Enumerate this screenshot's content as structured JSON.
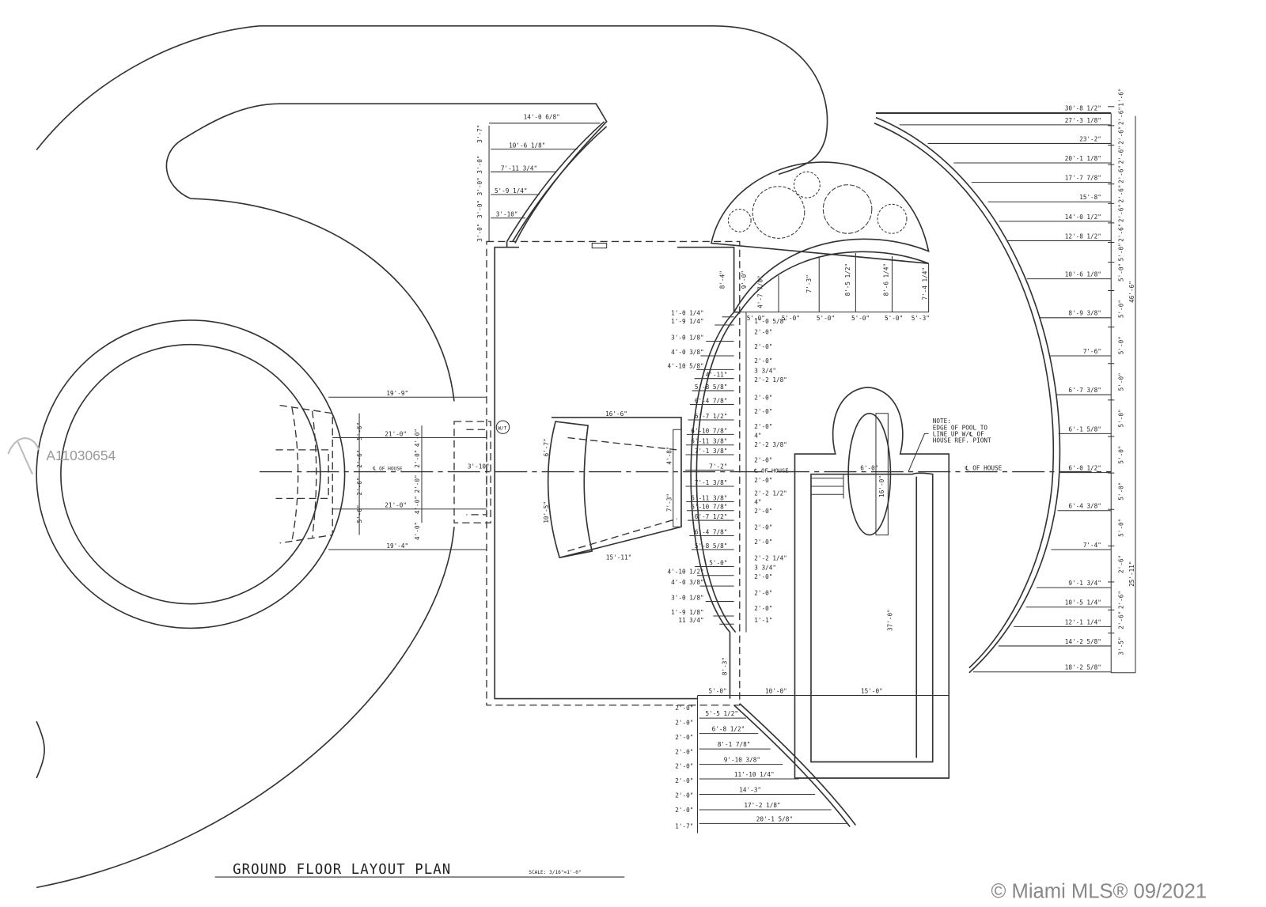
{
  "title": "GROUND FLOOR LAYOUT PLAN",
  "scale": "SCALE: 3/16\"=1'-0\"",
  "watermark_id": "A11030654",
  "watermark_copyright": "© Miami MLS® 09/2021",
  "pool_note": [
    "NOTE:",
    "EDGE OF POOL TO",
    "LINE UP W/℄ OF",
    "HOUSE REF. PIONT"
  ],
  "centerline_label": "℄ OF HOUSE",
  "wt_label": "W/T",
  "dims": {
    "right_rows": [
      "30'-8 1/2\"",
      "27'-3 1/8\"",
      "23'-2\"",
      "20'-1 1/8\"",
      "17'-7 7/8\"",
      "15'-8\"",
      "14'-0 1/2\"",
      "12'-8 1/2\"",
      "10'-6 1/8\"",
      "8'-9 3/8\"",
      "7'-6\"",
      "6'-7 3/8\"",
      "6'-1 5/8\"",
      "6'-0 1/2\"",
      "6'-4 3/8\"",
      "7'-4\"",
      "9'-1 3/4\"",
      "10'-5 1/4\"",
      "12'-1 1/4\"",
      "14'-2 5/8\"",
      "18'-2 5/8\""
    ],
    "right_column": [
      "1'-6\"",
      "2'-6\"",
      "2'-6\"",
      "2'-6\"",
      "2'-6\"",
      "2'-6\"",
      "2'-6\"",
      "2'-6\"",
      "5'-0\"",
      "5'-0\"",
      "5'-0\"",
      "5'-0\"",
      "5'-0\"",
      "5'-0\"",
      "5'-0\"",
      "5'-0\"",
      "5'-0\"",
      "2'-6\"",
      "2'-6\"",
      "2'-6\"",
      "3'-5\""
    ],
    "right_totals": [
      "46'-6\"",
      "25'-11\""
    ],
    "wall_rows": [
      "1'-0 1/4\"",
      "1'-9 1/4\"",
      "3'-0 1/8\"",
      "4'-0 3/8\"",
      "4'-10 5/8\"",
      "4'-11\"",
      "5'-8 5/8\"",
      "6'-4 7/8\"",
      "6'-7 1/2\"",
      "6'-10 7/8\"",
      "6'-11 3/8\"",
      "7'-1 3/8\"",
      "7'-2\"",
      "7'-1 3/8\"",
      "6'-11 3/8\"",
      "6'-10 7/8\"",
      "6'-7 1/2\"",
      "6'-4 7/8\"",
      "5'-8 5/8\"",
      "5'-0\"",
      "4'-10 1/2\"",
      "4'-0 3/8\"",
      "3'-0 1/8\"",
      "1'-9 1/8\"",
      "11 3/4\""
    ],
    "wall_column": [
      "1'-0 5/8\"",
      "2'-0\"",
      "2'-0\"",
      "2'-0\"",
      "3 3/4\"",
      "2'-2 1/8\"",
      "2'-0\"",
      "2'-0\"",
      "2'-0\"",
      "4\"",
      "2'-2 3/8\"",
      "2'-0\"",
      "2'-0\"",
      "2'-2 1/2\"",
      "4\"",
      "2'-0\"",
      "2'-0\"",
      "2'-0\"",
      "2'-2 1/4\"",
      "3 3/4\"",
      "2'-0\"",
      "2'-0\"",
      "2'-0\"",
      "1'-1\""
    ],
    "top_left_rows": [
      "14'-0 6/8\"",
      "10'-6 1/8\"",
      "7'-11 3/4\"",
      "5'-9 1/4\"",
      "3'-10\""
    ],
    "top_left_column": [
      "3'-7\"",
      "3'-0\"",
      "3'-0\"",
      "3'-0\"",
      "3'-0\""
    ],
    "garden_bottom": [
      "5'-0\"",
      "5'-0\"",
      "5'-0\"",
      "5'-0\"",
      "5'-0\"",
      "5'-3\""
    ],
    "garden_vertical": [
      "4'-7 7/8\"",
      "7'-3\"",
      "8'-5 1/2\"",
      "8'-6 1/4\"",
      "7'-4 1/4\"",
      "8'-4\"",
      "9'-0\""
    ],
    "bottom_rows": [
      "5'-5 1/2\"",
      "6'-8 1/2\"",
      "8'-1 7/8\"",
      "9'-10 3/8\"",
      "11'-10 1/4\"",
      "14'-3\"",
      "17'-2 1/8\"",
      "20'-1 5/8\""
    ],
    "bottom_column": [
      "2'-0\"",
      "2'-0\"",
      "2'-0\"",
      "2'-0\"",
      "2'-0\"",
      "2'-0\"",
      "2'-0\"",
      "2'-0\"",
      "1'-7\""
    ],
    "bottom_top": [
      "5'-0\"",
      "10'-0\"",
      "15'-0\"",
      "8'-3\""
    ],
    "stair": [
      "16'-6\"",
      "15'-11\"",
      "6'-7\"",
      "10'-5\"",
      "4'-8\"",
      "7'-3\""
    ],
    "entry": [
      "19'-9\"",
      "19'-4\"",
      "21'-0\"",
      "21'-0\"",
      "3'-10\"",
      "5'-6\"",
      "2'-6\"",
      "2'-6\"",
      "5'-6\"",
      "4'-0\"",
      "2'-0\"",
      "2'-0\"",
      "4'-0\"",
      "4'-0\""
    ],
    "pool": [
      "6'-0\"",
      "16'-0\"",
      "37'-0\""
    ]
  }
}
